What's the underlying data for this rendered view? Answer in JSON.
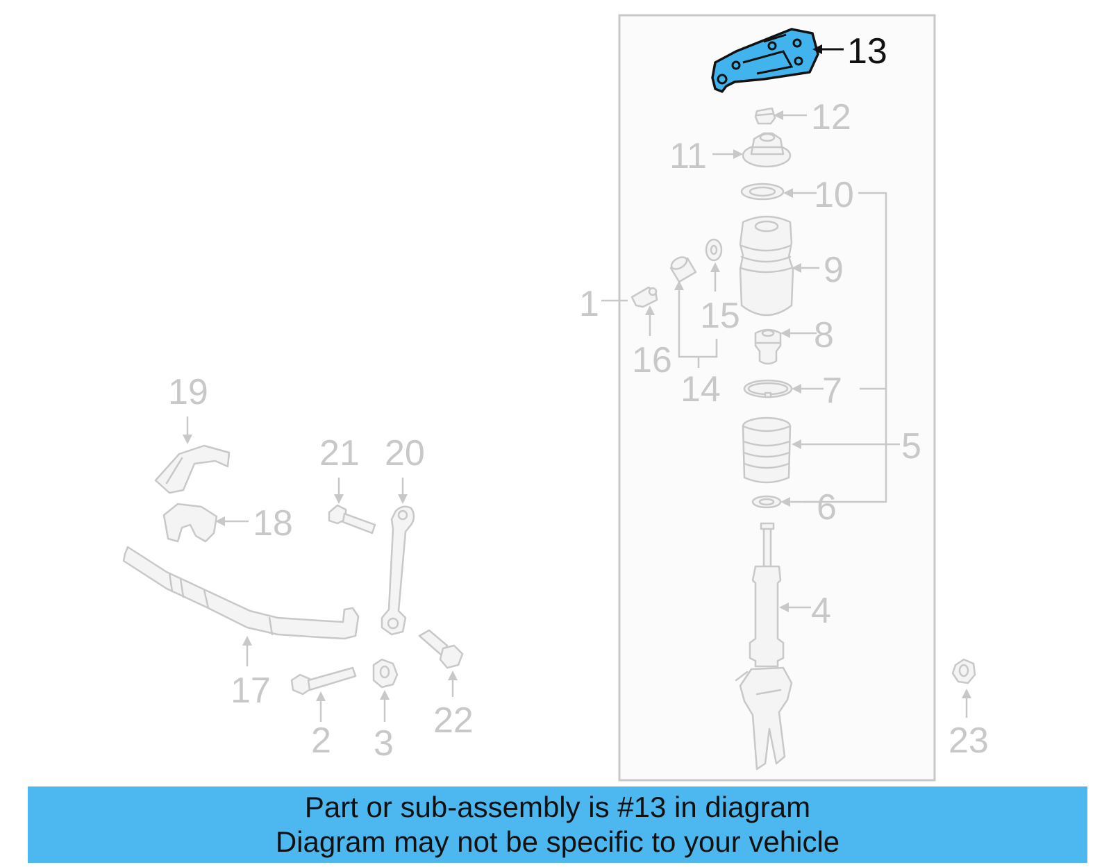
{
  "callouts": {
    "c1": "1",
    "c2": "2",
    "c3": "3",
    "c4": "4",
    "c5": "5",
    "c6": "6",
    "c7": "7",
    "c8": "8",
    "c9": "9",
    "c10": "10",
    "c11": "11",
    "c12": "12",
    "c13": "13",
    "c14": "14",
    "c15": "15",
    "c16": "16",
    "c17": "17",
    "c18": "18",
    "c19": "19",
    "c20": "20",
    "c21": "21",
    "c22": "22",
    "c23": "23"
  },
  "highlighted_part": "13",
  "caption": {
    "line1": "Part or sub-assembly is #13 in diagram",
    "line2": "Diagram may not be specific to your vehicle"
  },
  "colors": {
    "highlight": "#41b4ee",
    "caption_bar": "#4db8f0",
    "faded_parts": "#c8c8c8"
  }
}
